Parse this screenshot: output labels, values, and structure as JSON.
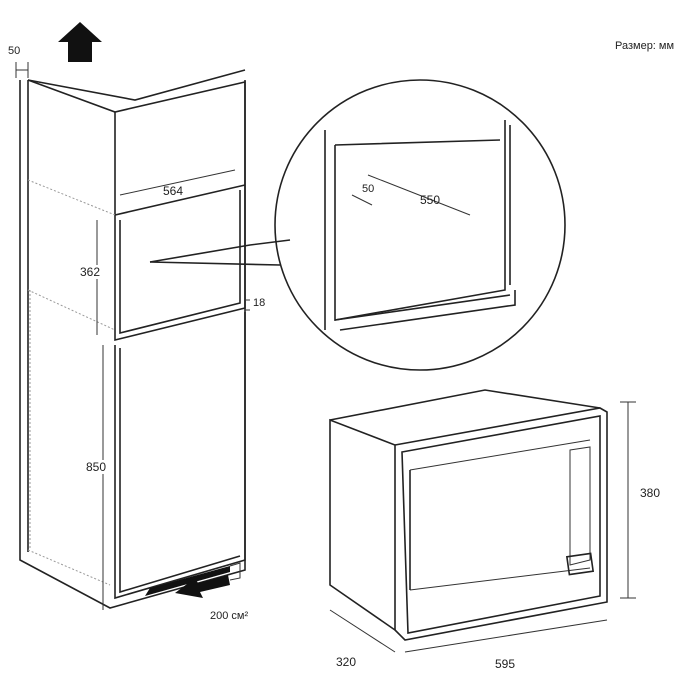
{
  "units_label": "Размер: мм",
  "cabinet": {
    "gap_top": "50",
    "niche_width": "564",
    "niche_height": "362",
    "shelf_thickness": "18",
    "base_height": "850",
    "vent_area": "200 см²"
  },
  "detail": {
    "depth_offset": "50",
    "niche_depth": "550"
  },
  "oven": {
    "height": "380",
    "depth": "320",
    "width": "595"
  }
}
